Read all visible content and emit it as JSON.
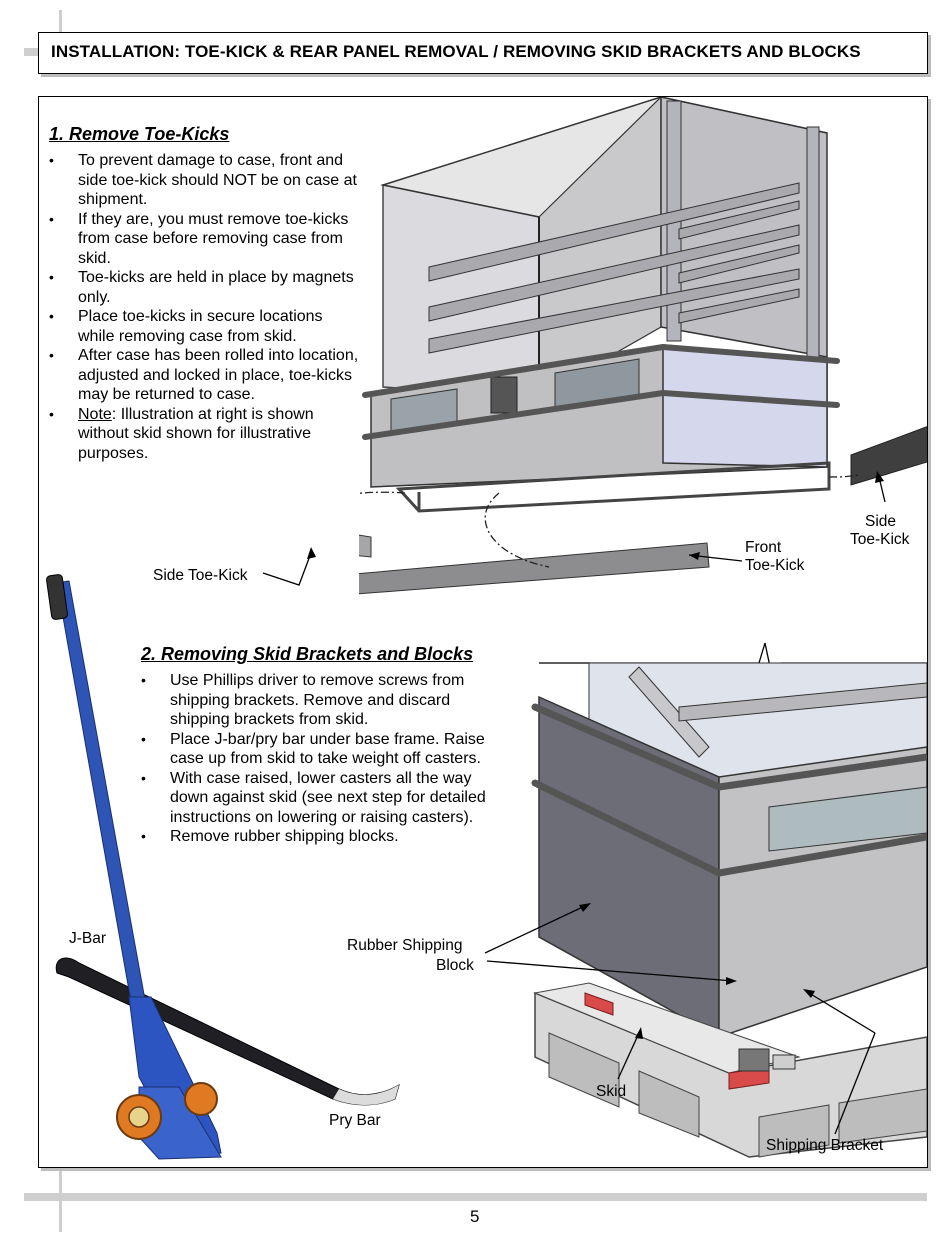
{
  "header": {
    "title": "INSTALLATION: TOE-KICK & REAR PANEL REMOVAL / REMOVING SKID BRACKETS AND BLOCKS"
  },
  "section1": {
    "title": "1. Remove Toe-Kicks",
    "bullets": [
      "To prevent damage to case, front and side toe-kick should NOT be on case at shipment.",
      "If they are, you must remove toe-kicks from case before removing case from skid.",
      "Toe-kicks are held in place by magnets only.",
      "Place toe-kicks in secure locations while removing case from skid.",
      "After case has been rolled into location, adjusted and locked in place, toe-kicks may be returned to case."
    ],
    "note_label": "Note",
    "note_text": ": Illustration at right is shown without skid shown for illustrative purposes."
  },
  "section2": {
    "title": "2. Removing Skid Brackets and Blocks",
    "bullets": [
      "Use Phillips driver to remove screws from shipping brackets. Remove and discard shipping brackets from skid.",
      "Place J-bar/pry bar under base frame. Raise case up from skid to take weight off casters.",
      "With case raised, lower casters all the way down against skid (see next step for detailed instructions on lowering or raising casters).",
      "Remove rubber shipping blocks."
    ]
  },
  "labels": {
    "side_toe_kick_left": "Side Toe-Kick",
    "front_toe_kick_1": "Front",
    "front_toe_kick_2": "Toe-Kick",
    "side_toe_kick_right_1": "Side",
    "side_toe_kick_right_2": "Toe-Kick",
    "j_bar": "J-Bar",
    "pry_bar": "Pry Bar",
    "rubber_block_1": "Rubber Shipping",
    "rubber_block_2": "Block",
    "skid": "Skid",
    "shipping_bracket": "Shipping Bracket"
  },
  "footer": {
    "page_number": "5"
  }
}
